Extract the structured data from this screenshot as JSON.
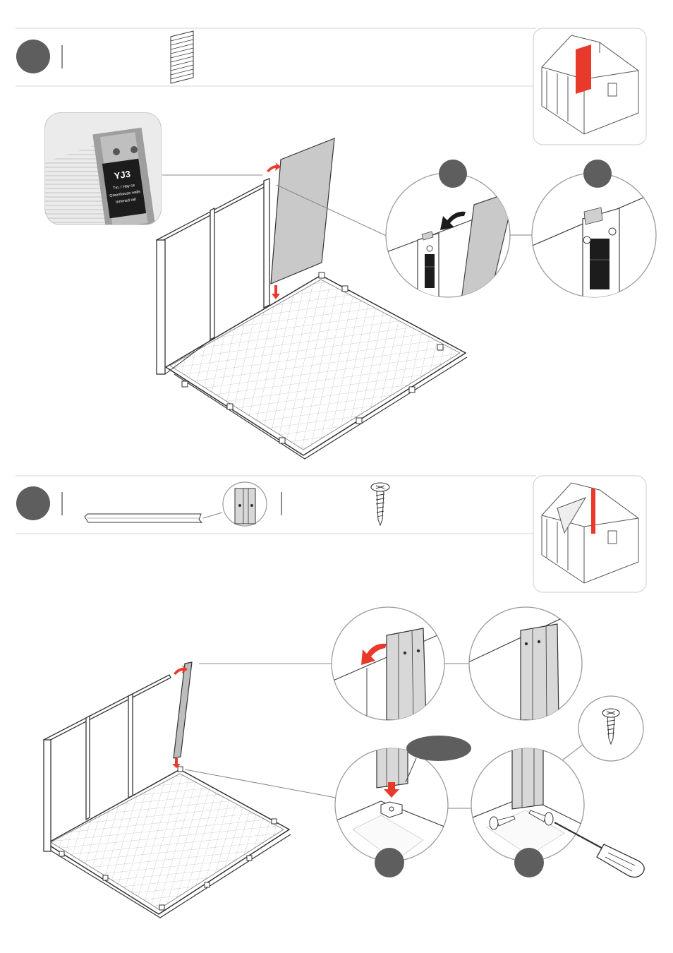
{
  "steps": [
    {
      "part_label": "YJ3",
      "part_sublabel_1": "Tm. / Hay ce",
      "part_sublabel_2": "Greenhouse walls",
      "part_sublabel_3": "trimmed rail"
    },
    {
      "bubble_label": ""
    }
  ],
  "colors": {
    "accent": "#e8392b",
    "step_circle": "#5e5e5e",
    "line": "#4a4a4a",
    "panel": "#c9c9c9",
    "frame_border": "#d4d4d4"
  },
  "icons": [
    "panel-stack-icon",
    "profile-rail-icon",
    "screw-icon",
    "screwdriver-icon",
    "arrow-icon"
  ]
}
